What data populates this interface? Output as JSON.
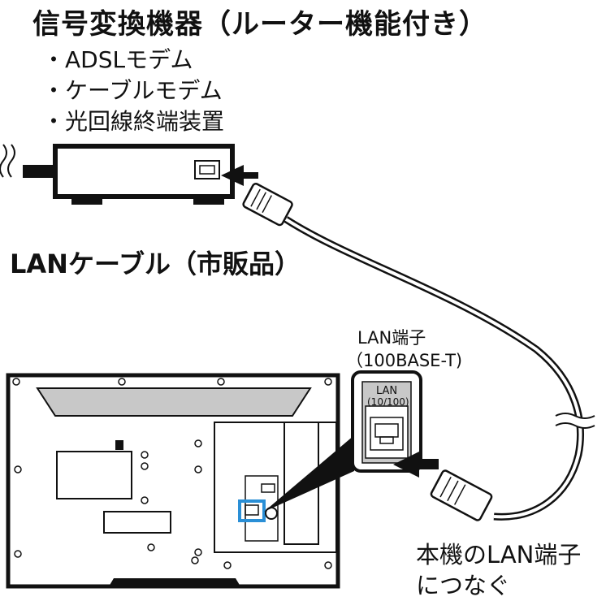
{
  "title": "信号変換機器（ルーター機能付き）",
  "device_types": [
    "・ADSLモデム",
    "・ケーブルモデム",
    "・光回線終端装置"
  ],
  "cable_label": "LANケーブル（市販品）",
  "tv_port_label": [
    "LAN端子",
    "（100BASE-T)"
  ],
  "port_panel_label": [
    "LAN",
    "(10/100)"
  ],
  "instruction": [
    "本機のLAN端子",
    "につなぐ"
  ],
  "colors": {
    "line": "#111111",
    "highlight": "#2a8fd6",
    "panel_gray": "#c8c8c8"
  }
}
